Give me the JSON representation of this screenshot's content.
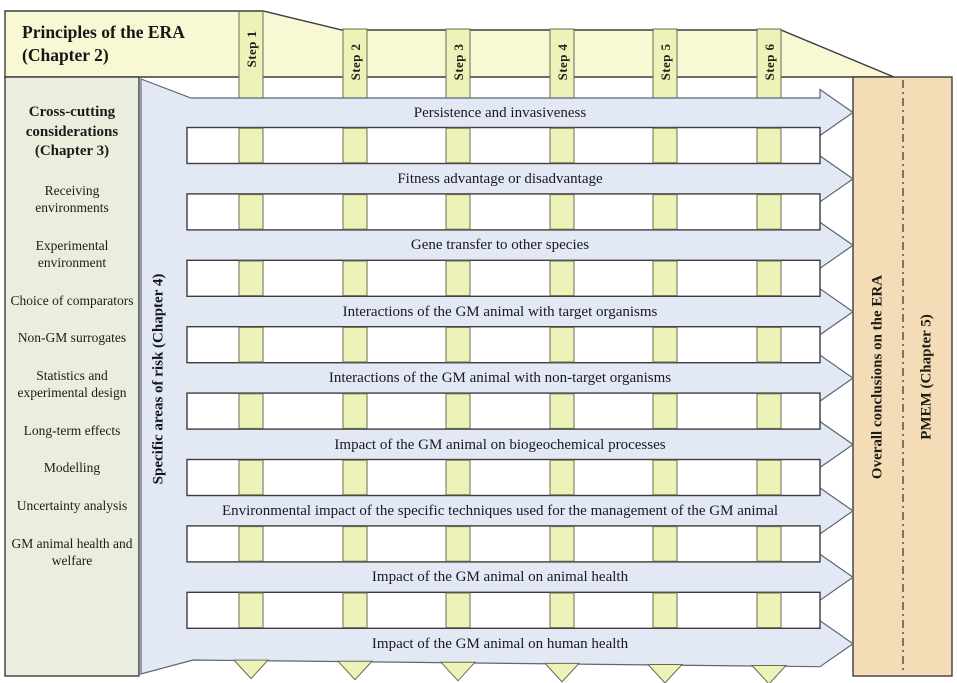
{
  "figure": {
    "banner": {
      "title": "Principles of the ERA (Chapter 2)"
    },
    "steps": [
      "Step 1",
      "Step 2",
      "Step 3",
      "Step 4",
      "Step 5",
      "Step 6"
    ],
    "sidebar": {
      "title": "Cross-cutting considerations (Chapter 3)",
      "items": [
        "Receiving environments",
        "Experimental environment",
        "Choice of comparators",
        "Non-GM surrogates",
        "Statistics and experimental design",
        "Long-term effects",
        "Modelling",
        "Uncertainty analysis",
        "GM animal health and welfare"
      ]
    },
    "risk_axis": {
      "label": "Specific areas of risk (Chapter 4)"
    },
    "arrows": [
      "Persistence and invasiveness",
      "Fitness advantage or disadvantage",
      "Gene transfer to other species",
      "Interactions of the GM animal with target organisms",
      "Interactions of the GM animal with non-target organisms",
      "Impact of the GM animal on biogeochemical processes",
      "Environmental impact of the specific techniques used for the management of the GM animal",
      "Impact of the GM animal on animal health",
      "Impact of the GM animal on human health"
    ],
    "right_panel": {
      "overall": "Overall conclusions on the ERA",
      "pmem": "PMEM (Chapter 5)"
    },
    "colors": {
      "banner": "#f9f8d5",
      "step_strip": "#ecf2b8",
      "sidebar": "#eaefdd",
      "arrow_blue": "#e3e9f4",
      "right_band": "#f4dcb6",
      "row_white": "#ffffff",
      "outline": "#3d3d3d",
      "strip_outline": "#6b6b52",
      "arrow_outline": "#5c6678"
    }
  }
}
